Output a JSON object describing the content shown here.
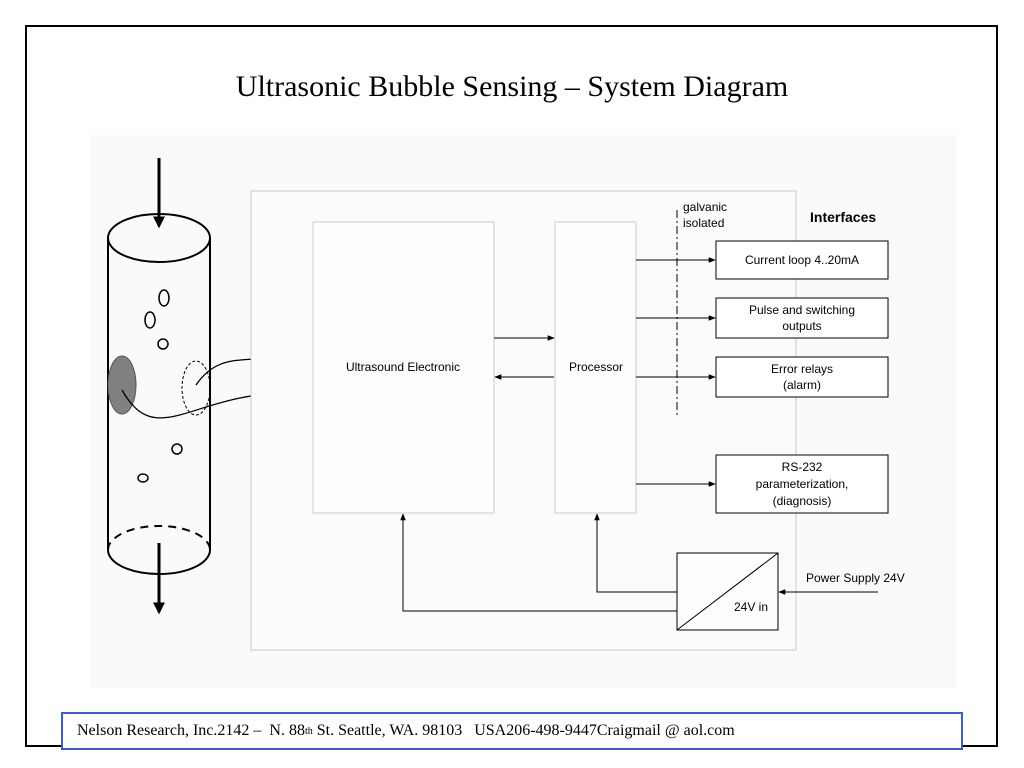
{
  "slide": {
    "title": "Ultrasonic Bubble Sensing – System Diagram"
  },
  "diagram": {
    "blocks": {
      "ultrasound": "Ultrasound Electronic",
      "processor": "Processor",
      "power_in": "24V in"
    },
    "isolation_label_1": "galvanic",
    "isolation_label_2": "isolated",
    "interfaces_heading": "Interfaces",
    "interfaces": [
      {
        "line1": "Current loop 4..20mA",
        "line2": "",
        "line3": ""
      },
      {
        "line1": "Pulse and switching",
        "line2": "outputs",
        "line3": ""
      },
      {
        "line1": "Error relays",
        "line2": "(alarm)",
        "line3": ""
      },
      {
        "line1": "RS-232",
        "line2": "parameterization,",
        "line3": "(diagnosis)"
      }
    ],
    "power_supply_label": "Power Supply 24V"
  },
  "footer": {
    "company": "Nelson Research, Inc.",
    "address_prefix": "2142 –  N. 88",
    "address_sup": "th",
    "address_suffix": " St. Seattle, WA. 98103   USA",
    "phone": "206-498-9447",
    "email": "Craigmail @ aol.com"
  },
  "colors": {
    "footer_border": "#3b5bdb",
    "transducer_fill": "#808080"
  }
}
